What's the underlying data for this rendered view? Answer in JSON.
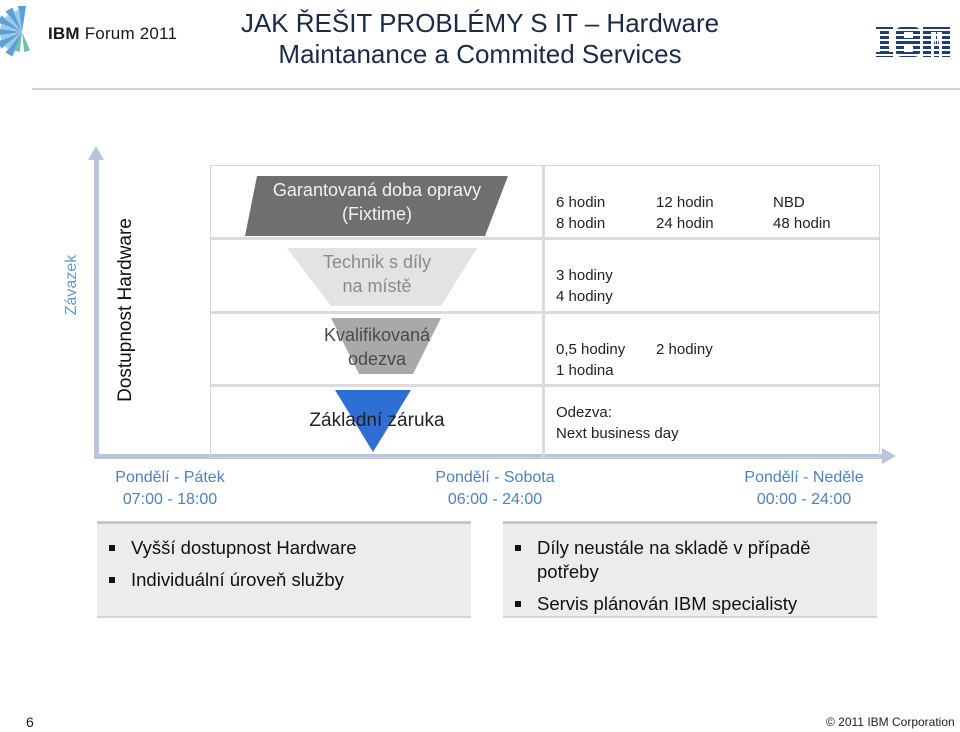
{
  "header": {
    "forum_logo": {
      "brand": "IBM",
      "event": "Forum 2011"
    },
    "title_line1": "JAK ŘEŠIT PROBLÉMY S IT – Hardware",
    "title_line2": "Maintanance a Commited Services",
    "company_logo": "IBM"
  },
  "axes": {
    "outer_label": "Závazek",
    "inner_label": "Dostupnost Hardware"
  },
  "tiers": [
    {
      "label_line1": "Garantovaná doba opravy",
      "label_line2": "(Fixtime)"
    },
    {
      "label_line1": "Technik s díly",
      "label_line2": "na místě"
    },
    {
      "label_line1": "Kvalifikovaná",
      "label_line2": "odezva"
    },
    {
      "label_line1": "Základní záruka",
      "label_line2": ""
    }
  ],
  "tier_colors": [
    "#6f6f6f",
    "#e3e3e3",
    "#a9a9a9",
    "#2e6fd6"
  ],
  "values": {
    "fixtime": {
      "c1": [
        "6 hodin",
        "8 hodin"
      ],
      "c2": [
        "12 hodin",
        "24 hodin"
      ],
      "c3": [
        "NBD",
        "48 hodin"
      ]
    },
    "onsite": {
      "c1": [
        "3 hodiny",
        "4 hodiny"
      ]
    },
    "response": {
      "c1": [
        "0,5 hodiny",
        "1 hodina"
      ],
      "c2": [
        "2 hodiny"
      ]
    },
    "basic": {
      "c1": [
        "Odezva:",
        "Next business day"
      ]
    }
  },
  "days": [
    {
      "days": "Pondělí - Pátek",
      "hours": "07:00 - 18:00"
    },
    {
      "days": "Pondělí - Sobota",
      "hours": "06:00 - 24:00"
    },
    {
      "days": "Pondělí - Neděle",
      "hours": "00:00 - 24:00"
    }
  ],
  "bullets_left": [
    "Vyšší dostupnost Hardware",
    "Individuální úroveň služby"
  ],
  "bullets_right": [
    "Díly neustále na skladě v případě potřeby",
    "Servis plánován IBM specialisty"
  ],
  "footer": {
    "page_number": "6",
    "copyright": "© 2011 IBM Corporation"
  }
}
